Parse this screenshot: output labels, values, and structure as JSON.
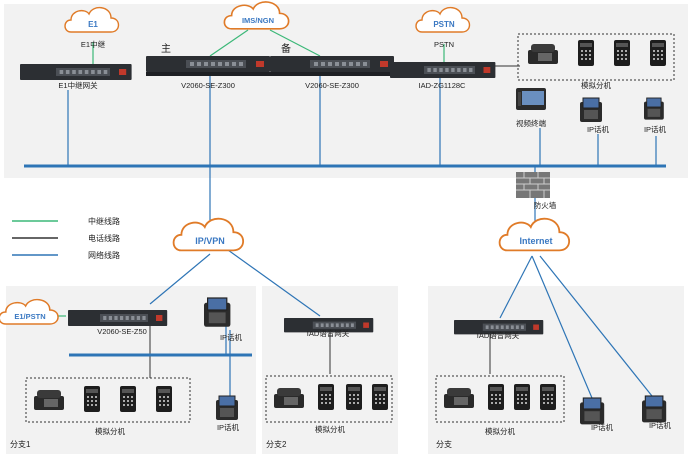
{
  "clouds": {
    "e1": "E1",
    "ims": "IMS/NGN",
    "pstn": "PSTN",
    "ipvpn": "IP/VPN",
    "e1pstn": "E1/PSTN",
    "internet": "Internet"
  },
  "labels": {
    "e1_relay": "E1中继",
    "pstn_top": "PSTN",
    "main_mark": "主",
    "backup_mark": "备",
    "e1_gateway": "E1中继网关",
    "v2060_a": "V2060-SE-Z300",
    "v2060_b": "V2060-SE-Z300",
    "iad": "IAD-ZG1128C",
    "analog_ext": "模拟分机",
    "video_terminal": "视频终端",
    "ip_phone_1": "IP话机",
    "ip_phone_2": "IP话机",
    "firewall": "防火墙",
    "b1_gateway": "V2060-SE-Z50",
    "b1_ip_phone_top": "IP话机",
    "b1_ip_phone_bottom": "IP话机",
    "b1_analog": "模拟分机",
    "b1_name": "分支1",
    "b2_gateway": "IAD语音网关",
    "b2_analog": "模拟分机",
    "b2_name": "分支2",
    "b3_gateway": "IAD语音网关",
    "b3_analog": "模拟分机",
    "b3_ip_phone_1": "IP话机",
    "b3_ip_phone_2": "IP话机",
    "b3_name": "分支"
  },
  "legend": [
    {
      "label": "中继线路",
      "color": "#3cb878"
    },
    {
      "label": "电话线路",
      "color": "#333333"
    },
    {
      "label": "网络线路",
      "color": "#2e75b6"
    }
  ],
  "colors": {
    "network": "#2e75b6",
    "relay": "#3cb878",
    "phone": "#333333",
    "panel": "#f2f2f2",
    "cloud_text": "#3a78c2"
  }
}
